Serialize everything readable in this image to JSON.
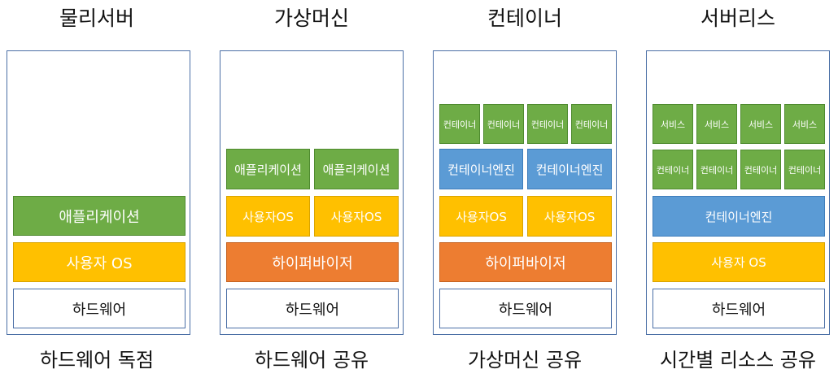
{
  "columns": [
    {
      "title": "물리서버",
      "caption": "하드웨어 독점",
      "application": "애플리케이션",
      "user_os": "사용자 OS",
      "hardware": "하드웨어"
    },
    {
      "title": "가상머신",
      "caption": "하드웨어 공유",
      "applications": [
        "애플리케이션",
        "애플리케이션"
      ],
      "user_os": [
        "사용자OS",
        "사용자OS"
      ],
      "hypervisor": "하이퍼바이저",
      "hardware": "하드웨어"
    },
    {
      "title": "컨테이너",
      "caption": "가상머신 공유",
      "containers": [
        "컨테이너",
        "컨테이너",
        "컨테이너",
        "컨테이너"
      ],
      "engines": [
        "컨테이너엔진",
        "컨테이너엔진"
      ],
      "user_os": [
        "사용자OS",
        "사용자OS"
      ],
      "hypervisor": "하이퍼바이저",
      "hardware": "하드웨어"
    },
    {
      "title": "서버리스",
      "caption": "시간별 리소스 공유",
      "services": [
        "서비스",
        "서비스",
        "서비스",
        "서비스"
      ],
      "containers": [
        "컨테이너",
        "컨테이너",
        "컨테이너",
        "컨테이너"
      ],
      "engine": "컨테이너엔진",
      "user_os": "사용자 OS",
      "hardware": "하드웨어"
    }
  ],
  "colors": {
    "application": "#6eac46",
    "user_os": "#ffc000",
    "hypervisor": "#ed7d31",
    "container_engine": "#5b9bd5",
    "border": "#4b6fa6"
  }
}
